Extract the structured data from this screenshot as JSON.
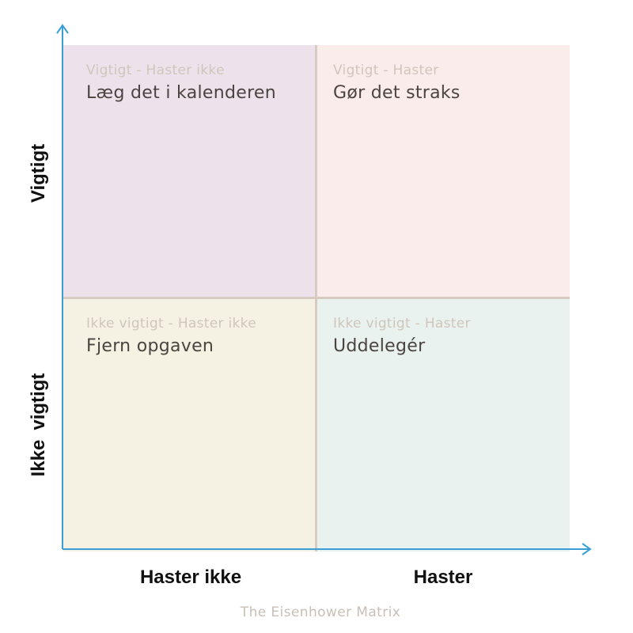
{
  "colors": {
    "important_not_urgent": "#ede2ec",
    "important_urgent": "#fbecec",
    "not_important_not_urgent": "#f5f2e4",
    "not_important_urgent": "#eaf2ef",
    "subtitle": "#cfc6bb",
    "main_text": "#4a4440",
    "divider": "#d8ccc2",
    "axis": "#3a9fd6",
    "caption": "#c8bfb6"
  },
  "quadrants": {
    "top_left": {
      "subtitle": "Vigtigt - Haster ikke",
      "action": "Læg det i kalenderen"
    },
    "top_right": {
      "subtitle": "Vigtigt - Haster",
      "action": "Gør det straks"
    },
    "bottom_left": {
      "subtitle": "Ikke vigtigt - Haster ikke",
      "action": "Fjern opgaven"
    },
    "bottom_right": {
      "subtitle": "Ikke vigtigt - Haster",
      "action": "Uddelegér"
    }
  },
  "y_axis": {
    "top_label": "Vigtigt",
    "bottom_label_part1": "Ikke",
    "bottom_label_part2": "vigtigt"
  },
  "x_axis": {
    "left_label": "Haster ikke",
    "right_label": "Haster"
  },
  "caption": "The Eisenhower Matrix"
}
